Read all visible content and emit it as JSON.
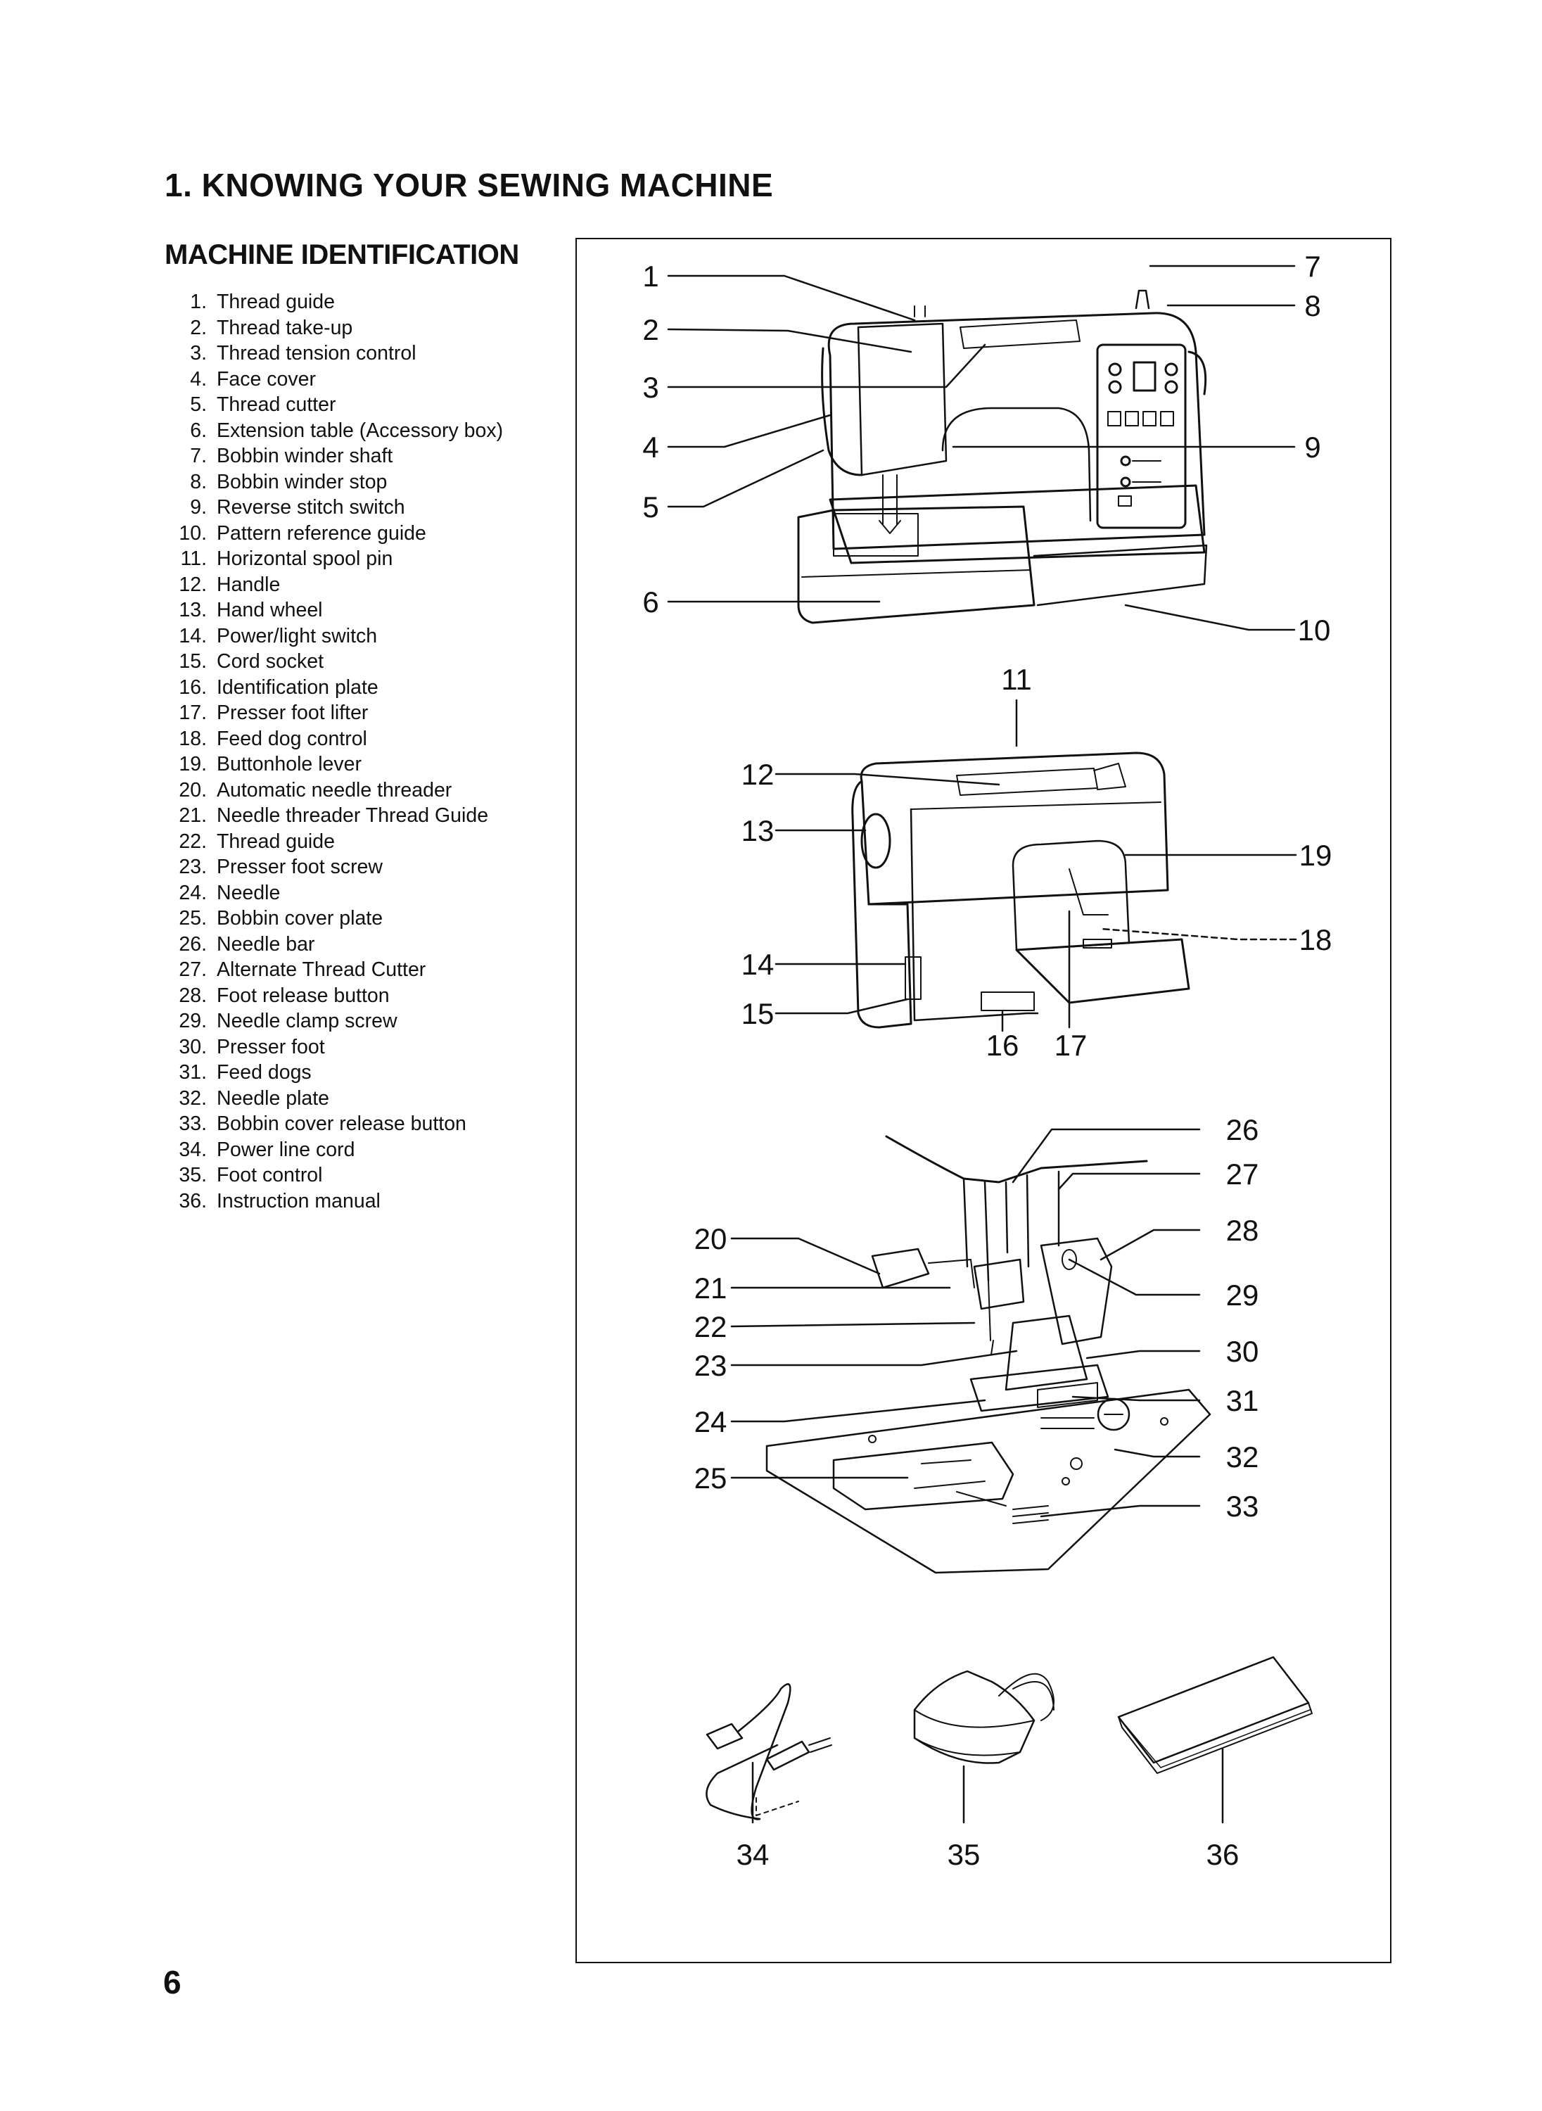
{
  "page": {
    "title": "1. KNOWING YOUR SEWING MACHINE",
    "section_title": "MACHINE IDENTIFICATION",
    "page_number": "6"
  },
  "parts": [
    {
      "num": "1.",
      "label": "Thread guide"
    },
    {
      "num": "2.",
      "label": "Thread take-up"
    },
    {
      "num": "3.",
      "label": "Thread tension control"
    },
    {
      "num": "4.",
      "label": "Face cover"
    },
    {
      "num": "5.",
      "label": "Thread cutter"
    },
    {
      "num": "6.",
      "label": "Extension table (Accessory box)"
    },
    {
      "num": "7.",
      "label": "Bobbin winder shaft"
    },
    {
      "num": "8.",
      "label": "Bobbin winder stop"
    },
    {
      "num": "9.",
      "label": "Reverse stitch switch"
    },
    {
      "num": "10.",
      "label": "Pattern reference guide"
    },
    {
      "num": "11.",
      "label": "Horizontal spool pin"
    },
    {
      "num": "12.",
      "label": "Handle"
    },
    {
      "num": "13.",
      "label": "Hand wheel"
    },
    {
      "num": "14.",
      "label": "Power/light switch"
    },
    {
      "num": "15.",
      "label": "Cord socket"
    },
    {
      "num": "16.",
      "label": "Identification plate"
    },
    {
      "num": "17.",
      "label": "Presser foot lifter"
    },
    {
      "num": "18.",
      "label": "Feed dog control"
    },
    {
      "num": "19.",
      "label": "Buttonhole lever"
    },
    {
      "num": "20.",
      "label": "Automatic needle threader"
    },
    {
      "num": "21.",
      "label": "Needle threader Thread Guide"
    },
    {
      "num": "22.",
      "label": "Thread guide"
    },
    {
      "num": "23.",
      "label": "Presser foot screw"
    },
    {
      "num": "24.",
      "label": "Needle"
    },
    {
      "num": "25.",
      "label": "Bobbin cover plate"
    },
    {
      "num": "26.",
      "label": "Needle bar"
    },
    {
      "num": "27.",
      "label": "Alternate Thread Cutter"
    },
    {
      "num": "28.",
      "label": "Foot release button"
    },
    {
      "num": "29.",
      "label": "Needle clamp screw"
    },
    {
      "num": "30.",
      "label": "Presser foot"
    },
    {
      "num": "31.",
      "label": "Feed dogs"
    },
    {
      "num": "32.",
      "label": "Needle plate"
    },
    {
      "num": "33.",
      "label": "Bobbin cover release button"
    },
    {
      "num": "34.",
      "label": "Power line cord"
    },
    {
      "num": "35.",
      "label": "Foot control"
    },
    {
      "num": "36.",
      "label": "Instruction manual"
    }
  ],
  "callouts": [
    "1",
    "2",
    "3",
    "4",
    "5",
    "6",
    "7",
    "8",
    "9",
    "10",
    "11",
    "12",
    "13",
    "14",
    "15",
    "16",
    "17",
    "18",
    "19",
    "20",
    "21",
    "22",
    "23",
    "24",
    "25",
    "26",
    "27",
    "28",
    "29",
    "30",
    "31",
    "32",
    "33",
    "34",
    "35",
    "36"
  ]
}
